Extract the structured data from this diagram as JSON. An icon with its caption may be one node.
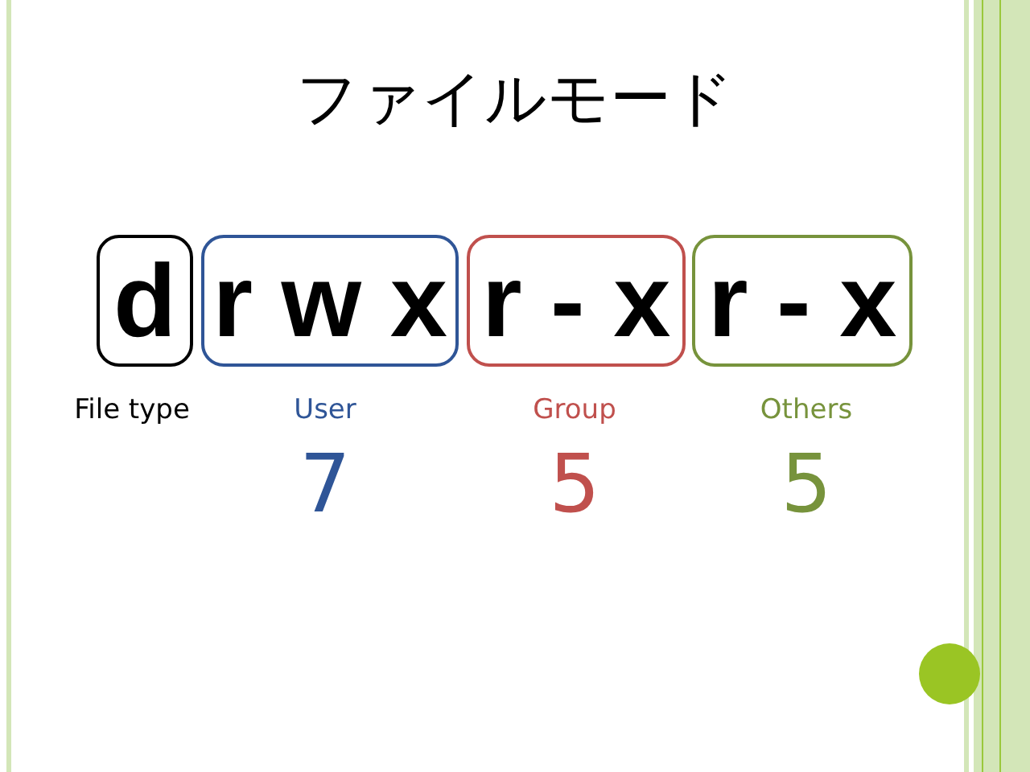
{
  "diagram": {
    "title": "ファイルモード",
    "nodes": [
      {
        "text": [
          "d"
        ],
        "beside": [
          "File type"
        ]
      },
      {
        "text": [
          "r w x"
        ],
        "beside": [
          "User",
          "7"
        ]
      },
      {
        "text": [
          "r - x"
        ],
        "beside": [
          "Group",
          "5"
        ]
      },
      {
        "text": [
          "r - x"
        ],
        "beside": [
          "Others",
          "5"
        ]
      }
    ]
  }
}
